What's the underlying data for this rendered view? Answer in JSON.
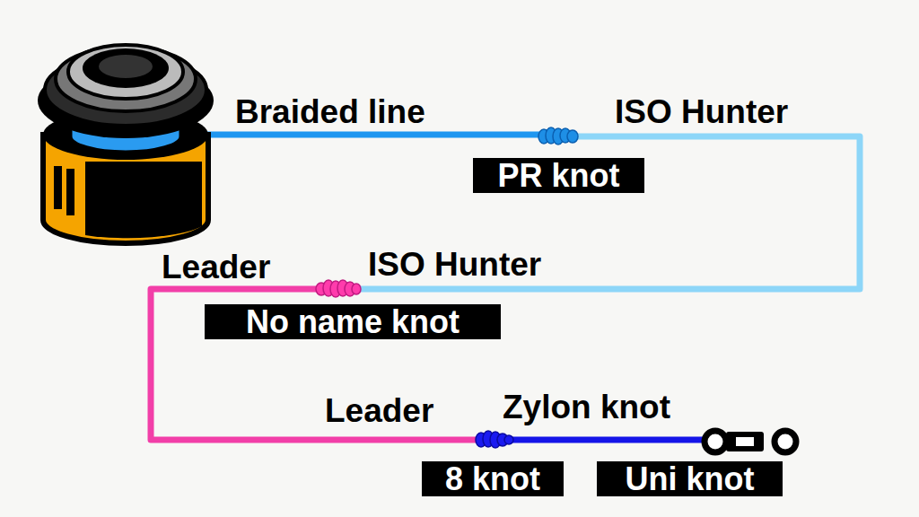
{
  "diagram": {
    "nodes": [
      {
        "text": [
          "PR knot"
        ]
      },
      {
        "text": [
          "No name knot"
        ]
      },
      {
        "text": [
          "8 knot"
        ]
      },
      {
        "text": [
          "Uni knot"
        ]
      }
    ],
    "edges": [
      {
        "from": 0,
        "to": 1,
        "arrow": "none",
        "label": "ISO Hunter"
      },
      {
        "from": 1,
        "to": 2,
        "arrow": "none",
        "label": "Leader"
      },
      {
        "from": 2,
        "to": 3,
        "arrow": "none",
        "label": "Zylon knot"
      }
    ],
    "labels": [
      "Braided line",
      "ISO Hunter",
      "Leader"
    ]
  }
}
